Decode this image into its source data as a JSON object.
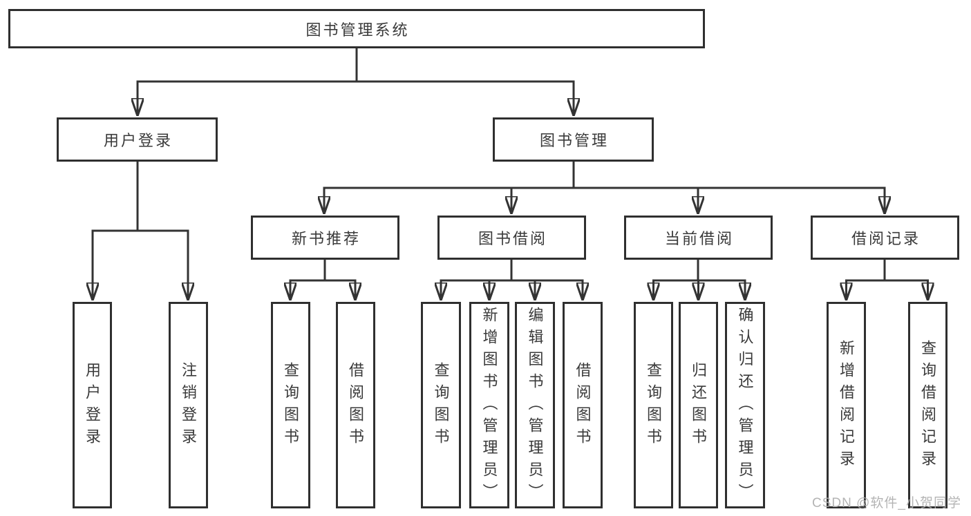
{
  "diagram_title": "图书管理系统",
  "nodes": {
    "root": {
      "label": "图书管理系统"
    },
    "user_login": {
      "label": "用户登录"
    },
    "book_management": {
      "label": "图书管理"
    },
    "new_book_recommend": {
      "label": "新书推荐"
    },
    "book_borrowing": {
      "label": "图书借阅"
    },
    "current_borrowing": {
      "label": "当前借阅"
    },
    "borrowing_records": {
      "label": "借阅记录"
    },
    "leaf_user_login": {
      "label": "用户登录"
    },
    "leaf_logout": {
      "label": "注销登录"
    },
    "leaf_nb_query_books": {
      "label": "查询图书"
    },
    "leaf_nb_borrow_books": {
      "label": "借阅图书"
    },
    "leaf_bb_query_books": {
      "label": "查询图书"
    },
    "leaf_bb_add_books": {
      "label": "新增图书（管理员）"
    },
    "leaf_bb_edit_books": {
      "label": "编辑图书（管理员）"
    },
    "leaf_bb_borrow_books": {
      "label": "借阅图书"
    },
    "leaf_cb_query_books": {
      "label": "查询图书"
    },
    "leaf_cb_return_books": {
      "label": "归还图书"
    },
    "leaf_cb_confirm_return": {
      "label": "确认归还（管理员）"
    },
    "leaf_br_add_record": {
      "label": "新增借阅记录"
    },
    "leaf_br_query_record": {
      "label": "查询借阅记录"
    }
  },
  "hierarchy": {
    "图书管理系统": {
      "用户登录": [
        "用户登录",
        "注销登录"
      ],
      "图书管理": {
        "新书推荐": [
          "查询图书",
          "借阅图书"
        ],
        "图书借阅": [
          "查询图书",
          "新增图书（管理员）",
          "编辑图书（管理员）",
          "借阅图书"
        ],
        "当前借阅": [
          "查询图书",
          "归还图书",
          "确认归还（管理员）"
        ],
        "借阅记录": [
          "新增借阅记录",
          "查询借阅记录"
        ]
      }
    }
  },
  "watermark": {
    "text": "CSDN @软件_小贺同学"
  },
  "colors": {
    "line": "#333333",
    "box_border": "#2f2f2f",
    "text": "#3a3a3a",
    "background": "#ffffff",
    "watermark": "#aeaeae"
  }
}
